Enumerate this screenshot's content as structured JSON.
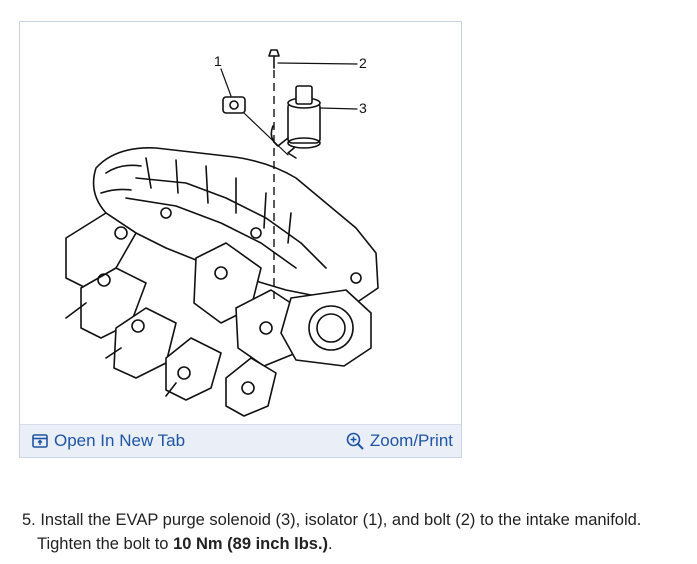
{
  "figure": {
    "callouts": [
      "1",
      "2",
      "3"
    ],
    "toolbar": {
      "open_tab_label": "Open In New Tab",
      "zoom_label": "Zoom/Print",
      "open_tab_icon": "open-new-tab-icon",
      "zoom_icon": "zoom-plus-icon"
    }
  },
  "instruction": {
    "line1": "5. Install the EVAP purge solenoid (3), isolator (1), and bolt (2) to the intake manifold.",
    "line2_prefix": "Tighten the bolt to ",
    "line2_bold": "10 Nm (89 inch lbs.)",
    "line2_suffix": "."
  },
  "colors": {
    "link": "#1f55a4",
    "toolbar_bg": "#e9eef7",
    "card_border": "#c9d3e3"
  }
}
